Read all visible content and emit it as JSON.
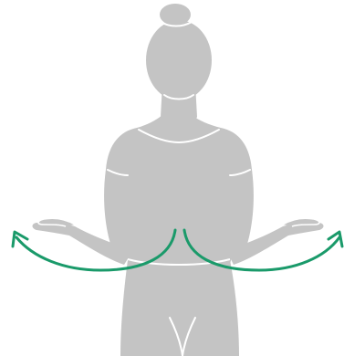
{
  "illustration": {
    "subject": "person-arms-rotating-outward",
    "colors": {
      "figure_fill": "#c4c4c4",
      "figure_line": "#ffffff",
      "arrow": "#1a9a6a",
      "background": "#ffffff"
    },
    "arrows": [
      {
        "name": "left-arrow",
        "direction": "outward-left"
      },
      {
        "name": "right-arrow",
        "direction": "outward-right"
      }
    ]
  }
}
